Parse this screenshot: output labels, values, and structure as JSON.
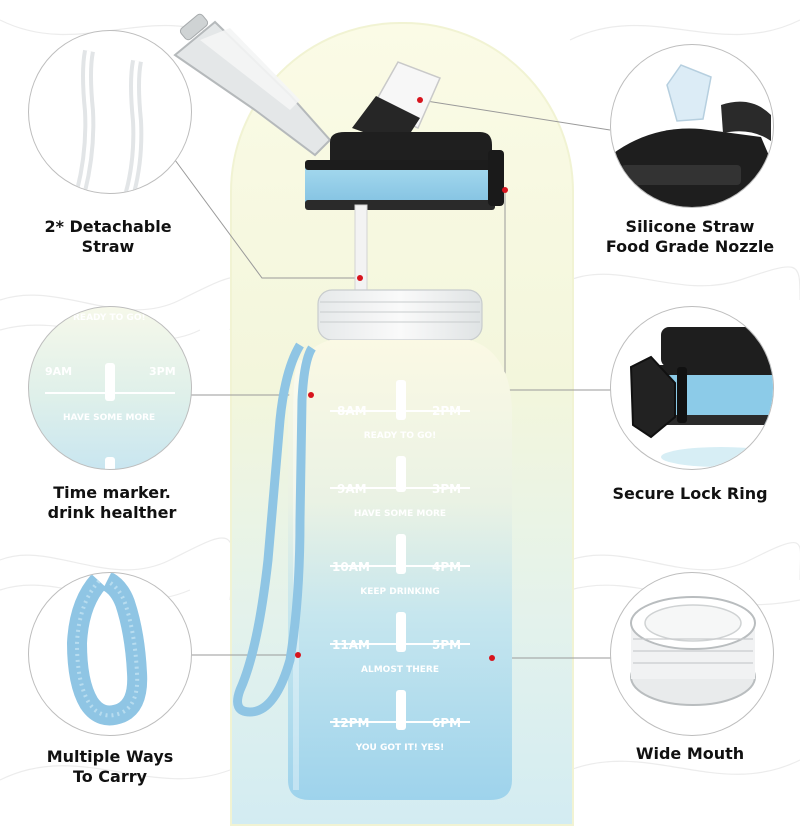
{
  "features": {
    "straw": {
      "label": "2* Detachable\nStraw"
    },
    "nozzle": {
      "label": "Silicone Straw\nFood Grade Nozzle"
    },
    "time_marker": {
      "label": "Time marker.\ndrink healther",
      "inset_top": "READY TO GO!",
      "inset_left_time": "9AM",
      "inset_right_time": "3PM",
      "inset_message": "HAVE SOME MORE"
    },
    "lock_ring": {
      "label": "Secure Lock Ring"
    },
    "carry": {
      "label": "Multiple Ways\nTo Carry"
    },
    "mouth": {
      "label": "Wide Mouth"
    }
  },
  "bottle_markers": [
    {
      "left": "8AM",
      "right": "2PM",
      "message": "READY TO GO!"
    },
    {
      "left": "9AM",
      "right": "3PM",
      "message": "HAVE SOME MORE"
    },
    {
      "left": "10AM",
      "right": "4PM",
      "message": "KEEP DRINKING"
    },
    {
      "left": "11AM",
      "right": "5PM",
      "message": "ALMOST THERE"
    },
    {
      "left": "12PM",
      "right": "6PM",
      "message": "YOU GOT IT! YES!"
    }
  ],
  "colors": {
    "bottle_top": "#fbf9e4",
    "bottle_bottom": "#9ed3ec",
    "lid": "#1f1f1f",
    "band": "#8ccbe8",
    "accent_dot": "#d7141d"
  }
}
